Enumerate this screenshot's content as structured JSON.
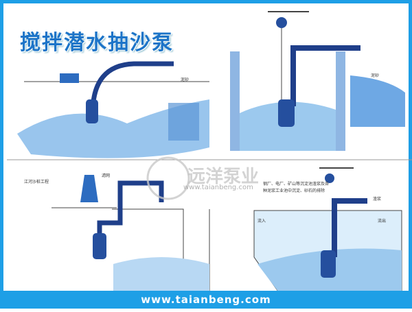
{
  "title": "搅拌潜水抽沙泵",
  "panels": {
    "top_left": {
      "label": "泥砂"
    },
    "top_right": {
      "label": "泥砂"
    },
    "bottom_left": {
      "title": "江河沙桩工程",
      "tag": "滤网"
    },
    "bottom_right": {
      "note_line1": "钢厂、电厂、矿山等沉淀池渣浆及各",
      "note_line2": "种泥浆工业池中沉淀、砂石的排除",
      "label_out_top": "渣浆",
      "label_in": "流入",
      "label_out": "流出"
    }
  },
  "watermark": {
    "brand": "远洋泵业",
    "url": "www.taianbeng.com"
  },
  "footer": {
    "url": "www.taianbeng.com"
  },
  "colors": {
    "frame": "#1e9fe6",
    "pipe": "#1f3f8a",
    "water": "#9cc9ee"
  }
}
